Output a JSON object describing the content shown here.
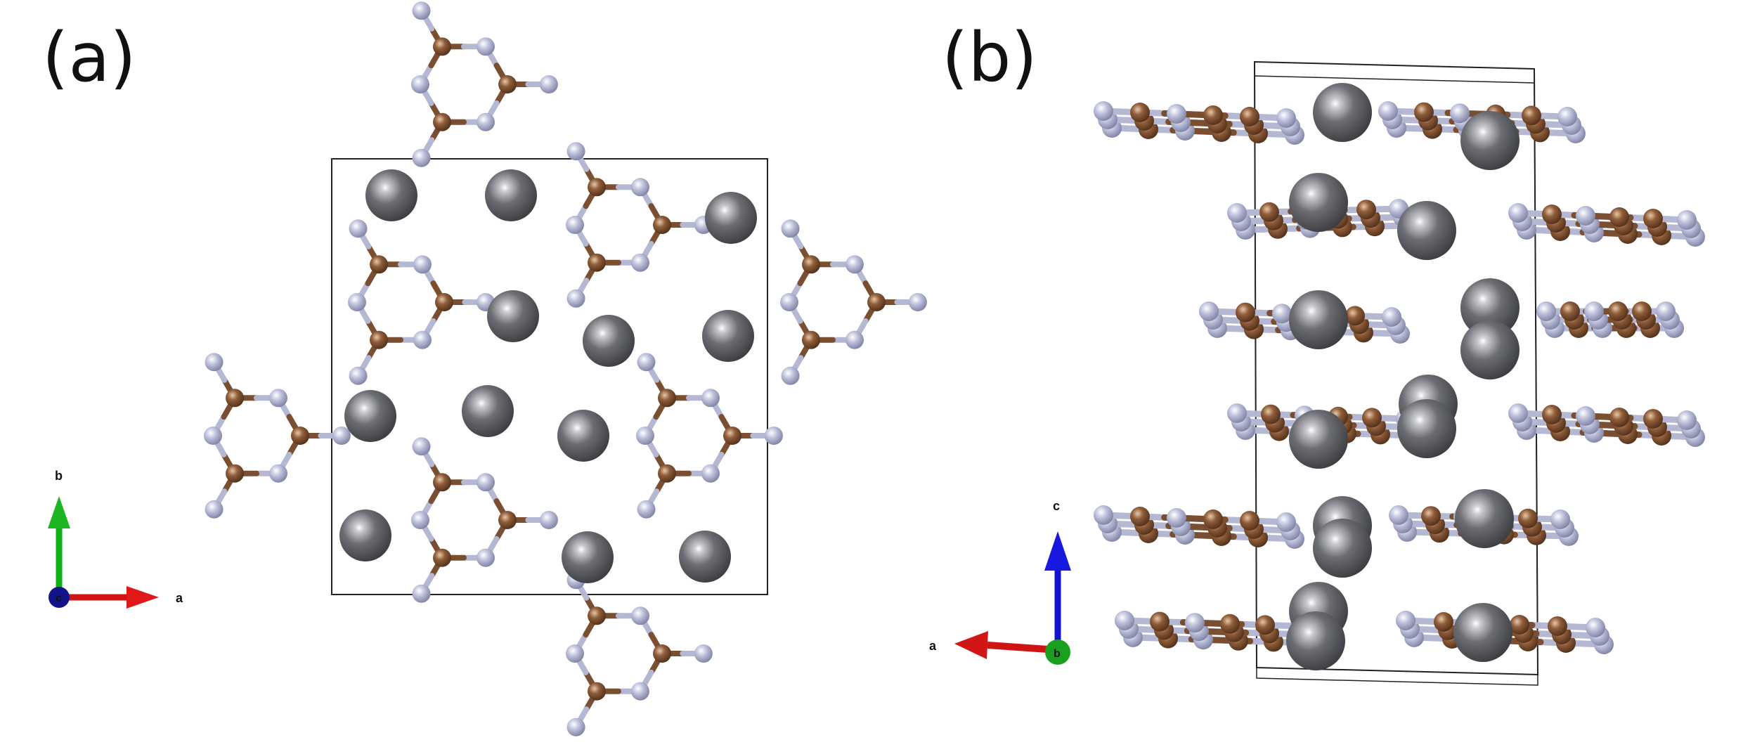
{
  "panels": {
    "a": {
      "label": "(a)"
    },
    "b": {
      "label": "(b)"
    }
  },
  "axes_a": {
    "up": "b",
    "right": "a",
    "origin": "c"
  },
  "axes_b": {
    "up": "c",
    "left": "a",
    "origin": "b"
  },
  "colors": {
    "heavy_atom": "#6a6b70",
    "carbon": "#8a5a3a",
    "nitrogen": "#b8bcd6",
    "cell_line": "#222222",
    "axis_x": "#d01414",
    "axis_y": "#12b01a",
    "axis_z": "#1212d0"
  }
}
